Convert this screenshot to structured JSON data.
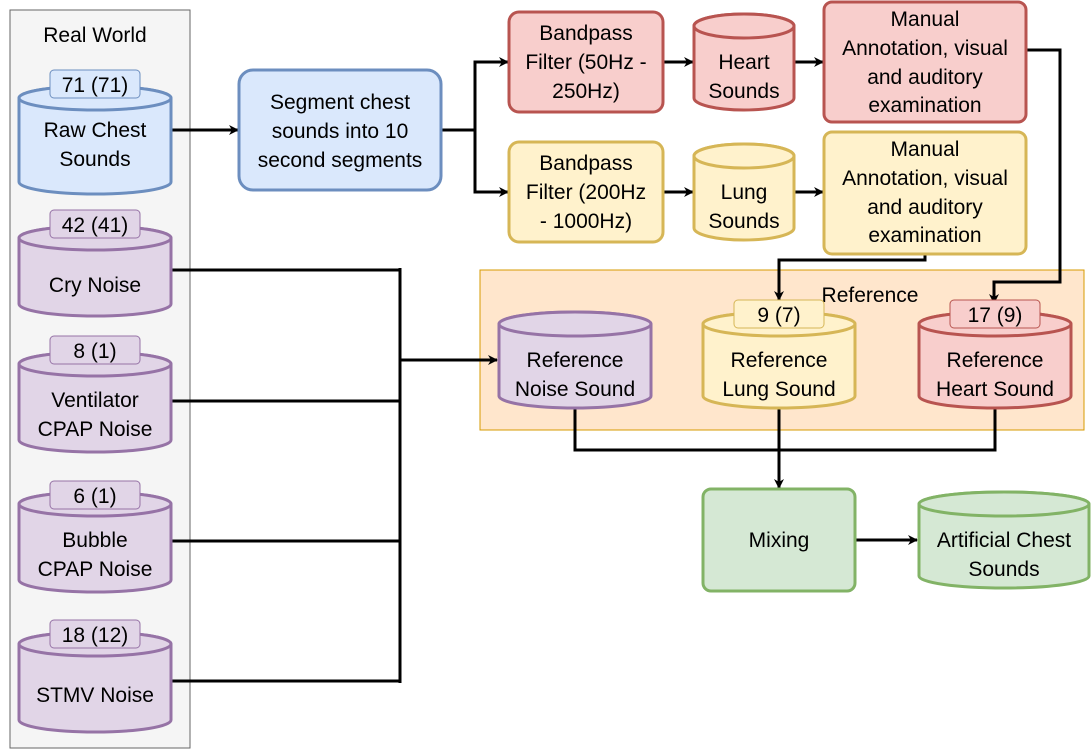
{
  "colors": {
    "blue_fill": "#dae8fc",
    "blue_stroke": "#6c8ebf",
    "purple_fill": "#e1d5e7",
    "purple_stroke": "#9673a6",
    "red_fill": "#f8cecc",
    "red_stroke": "#b85450",
    "yellow_fill": "#fff2cc",
    "yellow_stroke": "#d6b656",
    "green_fill": "#d5e8d4",
    "green_stroke": "#82b366",
    "group_fill": "#f5f5f5",
    "group_stroke": "#666666",
    "reference_fill": "#ffe6cc",
    "reference_stroke": "#d79b00",
    "edge": "#000000"
  },
  "real_world": {
    "title": "Real World",
    "raw_chest_sounds": {
      "line1": "Raw Chest",
      "line2": "Sounds",
      "badge": "71 (71)"
    },
    "cry_noise": {
      "line1": "Cry Noise",
      "badge": "42 (41)"
    },
    "ventilator_cpap_noise": {
      "line1": "Ventilator",
      "line2": "CPAP Noise",
      "badge": "8 (1)"
    },
    "bubble_cpap_noise": {
      "line1": "Bubble",
      "line2": "CPAP Noise",
      "badge": "6 (1)"
    },
    "stmv_noise": {
      "line1": "STMV Noise",
      "badge": "18 (12)"
    }
  },
  "segment": {
    "line1": "Segment chest",
    "line2": "sounds into 10",
    "line3": "second segments"
  },
  "heart_path": {
    "filter": {
      "line1": "Bandpass",
      "line2": "Filter (50Hz -",
      "line3": "250Hz)"
    },
    "sounds": {
      "line1": "Heart",
      "line2": "Sounds"
    },
    "annotation": {
      "line1": "Manual",
      "line2": "Annotation, visual",
      "line3": "and auditory",
      "line4": "examination"
    }
  },
  "lung_path": {
    "filter": {
      "line1": "Bandpass",
      "line2": "Filter (200Hz",
      "line3": "- 1000Hz)"
    },
    "sounds": {
      "line1": "Lung",
      "line2": "Sounds"
    },
    "annotation": {
      "line1": "Manual",
      "line2": "Annotation, visual",
      "line3": "and auditory",
      "line4": "examination"
    }
  },
  "reference": {
    "title": "Reference",
    "noise": {
      "line1": "Reference",
      "line2": "Noise Sound"
    },
    "lung": {
      "line1": "Reference",
      "line2": "Lung Sound",
      "badge": "9 (7)"
    },
    "heart": {
      "line1": "Reference",
      "line2": "Heart Sound",
      "badge": "17 (9)"
    }
  },
  "mixing": {
    "label": "Mixing"
  },
  "artificial": {
    "line1": "Artificial Chest",
    "line2": "Sounds"
  }
}
